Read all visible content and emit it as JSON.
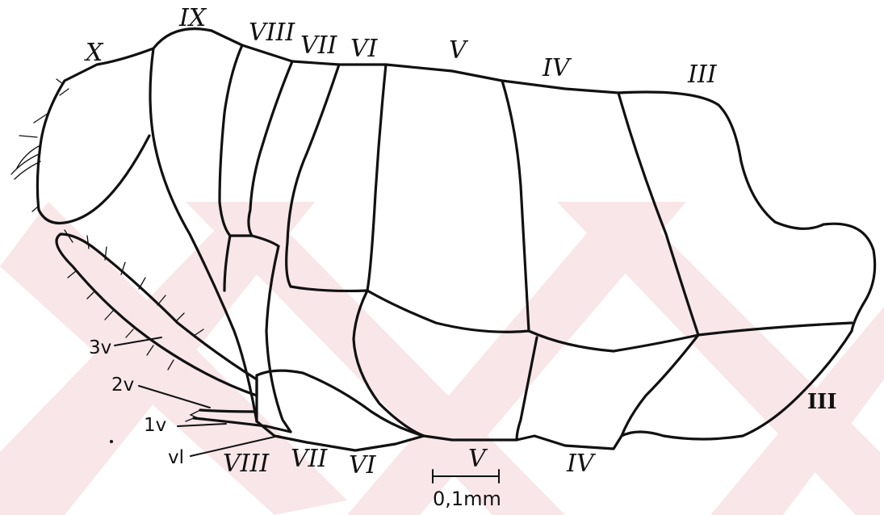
{
  "watermark_color": "#f4d3d8",
  "line_color": "#111111",
  "dorsal_labels": {
    "x": "X",
    "ix": "IX",
    "viii": "VIII",
    "vii": "VII",
    "vi": "VI",
    "v": "V",
    "iv": "IV",
    "iii": "III"
  },
  "ventral_labels": {
    "viii": "VIII",
    "vii": "VII",
    "vi": "VI",
    "v": "V",
    "iv": "IV",
    "iii": "III"
  },
  "appendage_labels": {
    "third_valvula": "3v",
    "second_valvula": "2v",
    "first_valvula": "1v",
    "valvifer": "vl"
  },
  "scale_bar": {
    "label": "0,1mm"
  }
}
